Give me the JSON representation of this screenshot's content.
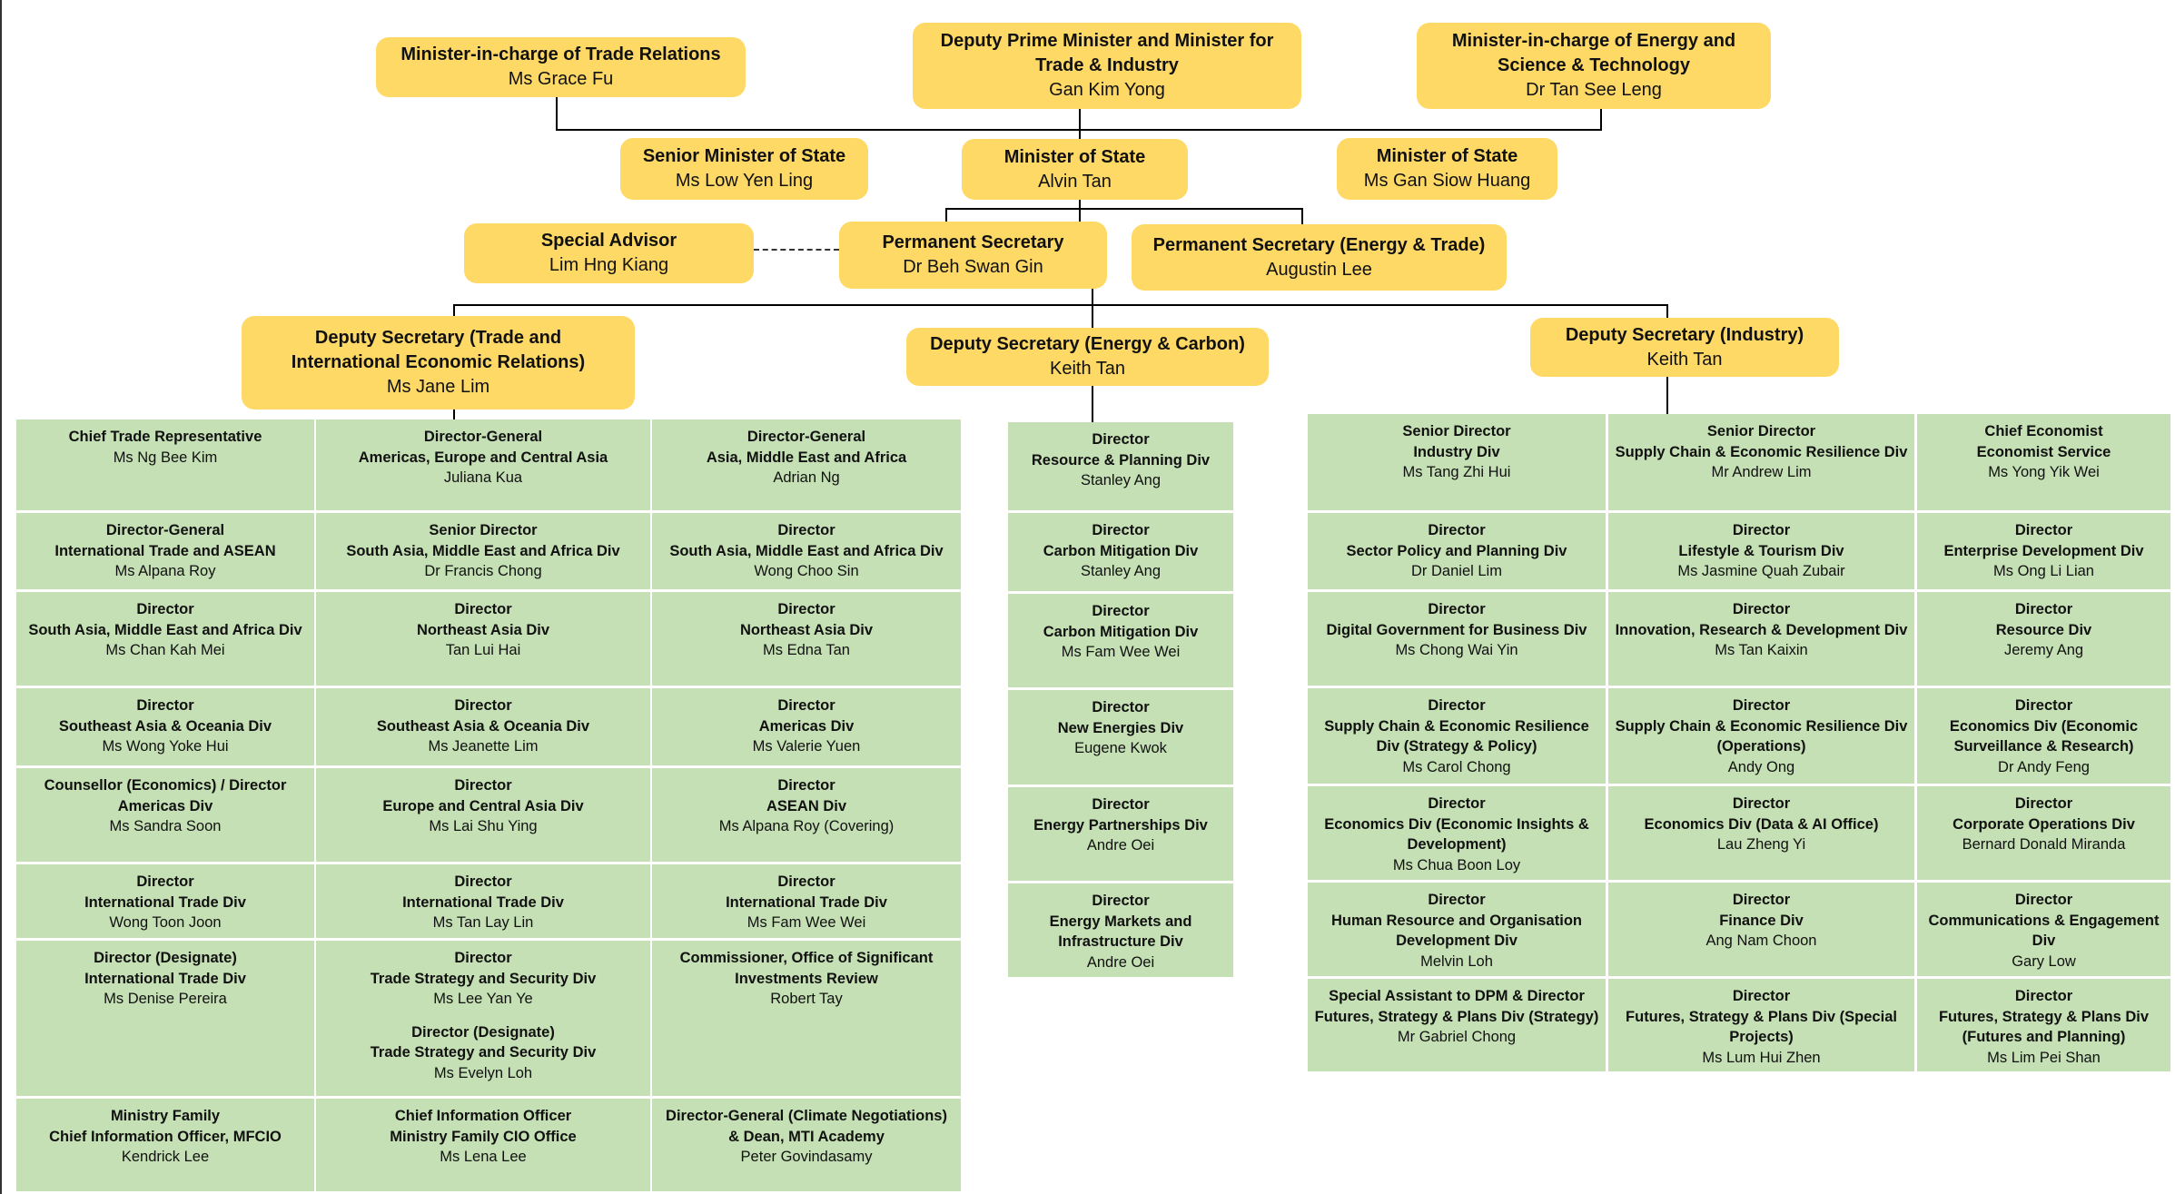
{
  "colors": {
    "leader_box": "#FFD966",
    "division_cell": "#C5E0B4",
    "connector": "#000000"
  },
  "leaders": {
    "trade_relations": {
      "title": "Minister-in-charge of Trade Relations",
      "name": "Ms Grace Fu"
    },
    "dpm": {
      "title": "Deputy Prime Minister and Minister for Trade & Industry",
      "name": "Gan Kim Yong"
    },
    "energy_minister": {
      "title": "Minister-in-charge of Energy and Science & Technology",
      "name": "Dr Tan See Leng"
    },
    "senior_mos": {
      "title": "Senior Minister of State",
      "name": "Ms Low Yen Ling"
    },
    "mos_alvin": {
      "title": "Minister of State",
      "name": "Alvin Tan"
    },
    "mos_gan": {
      "title": "Minister of State",
      "name": "Ms Gan Siow Huang"
    },
    "special_advisor": {
      "title": "Special Advisor",
      "name": "Lim Hng Kiang"
    },
    "perm_sec": {
      "title": "Permanent Secretary",
      "name": "Dr Beh Swan Gin"
    },
    "perm_sec_et": {
      "title": "Permanent Secretary (Energy & Trade)",
      "name": "Augustin Lee"
    },
    "ds_trade": {
      "title": "Deputy Secretary (Trade and International Economic Relations)",
      "name": "Ms Jane Lim"
    },
    "ds_energy": {
      "title": "Deputy Secretary (Energy & Carbon)",
      "name": "Keith Tan"
    },
    "ds_industry": {
      "title": "Deputy Secretary (Industry)",
      "name": "Keith Tan"
    }
  },
  "trade_grid": [
    [
      {
        "role": "Chief Trade Representative",
        "unit": "",
        "name": "Ms Ng Bee Kim"
      },
      {
        "role": "Director-General",
        "unit": "Americas, Europe and Central Asia",
        "name": "Juliana Kua"
      },
      {
        "role": "Director-General",
        "unit": "Asia, Middle East and Africa",
        "name": "Adrian Ng"
      }
    ],
    [
      {
        "role": "Director-General",
        "unit": "International Trade and ASEAN",
        "name": "Ms Alpana Roy"
      },
      {
        "role": "Senior Director",
        "unit": "South Asia, Middle East and Africa Div",
        "name": "Dr Francis Chong"
      },
      {
        "role": "Director",
        "unit": "South Asia, Middle East and Africa Div",
        "name": "Wong Choo Sin"
      }
    ],
    [
      {
        "role": "Director",
        "unit": "South Asia, Middle East and Africa Div",
        "name": "Ms Chan Kah Mei"
      },
      {
        "role": "Director",
        "unit": "Northeast Asia Div",
        "name": "Tan Lui Hai"
      },
      {
        "role": "Director",
        "unit": "Northeast Asia Div",
        "name": "Ms Edna Tan"
      }
    ],
    [
      {
        "role": "Director",
        "unit": "Southeast Asia & Oceania Div",
        "name": "Ms Wong Yoke Hui"
      },
      {
        "role": "Director",
        "unit": "Southeast Asia & Oceania Div",
        "name": "Ms Jeanette Lim"
      },
      {
        "role": "Director",
        "unit": "Americas Div",
        "name": "Ms Valerie Yuen"
      }
    ],
    [
      {
        "role": "Counsellor (Economics) / Director",
        "unit": "Americas Div",
        "name": "Ms Sandra Soon"
      },
      {
        "role": "Director",
        "unit": "Europe and Central Asia Div",
        "name": "Ms Lai Shu Ying"
      },
      {
        "role": "Director",
        "unit": "ASEAN Div",
        "name": "Ms Alpana Roy (Covering)"
      }
    ],
    [
      {
        "role": "Director",
        "unit": "International Trade Div",
        "name": "Wong Toon Joon"
      },
      {
        "role": "Director",
        "unit": "International Trade Div",
        "name": "Ms Tan Lay Lin"
      },
      {
        "role": "Director",
        "unit": "International Trade Div",
        "name": "Ms Fam Wee Wei"
      }
    ],
    [
      {
        "role": "Director (Designate)",
        "unit": "International Trade Div",
        "name": "Ms Denise Pereira"
      },
      {
        "role": "Director",
        "unit": "Trade Strategy and Security Div",
        "name": "Ms Lee Yan Ye",
        "role2": "Director (Designate)",
        "unit2": "Trade Strategy and Security Div",
        "name2": "Ms Evelyn Loh"
      },
      {
        "role": "Commissioner, Office of Significant Investments Review",
        "unit": "",
        "name": "Robert Tay"
      }
    ],
    [
      {
        "role": "Ministry Family",
        "unit": "Chief Information Officer, MFCIO",
        "name": "Kendrick Lee"
      },
      {
        "role": "Chief Information Officer",
        "unit": "Ministry Family CIO Office",
        "name": "Ms Lena Lee"
      },
      {
        "role": "Director-General (Climate Negotiations)",
        "unit": "& Dean, MTI Academy",
        "name": "Peter Govindasamy"
      }
    ]
  ],
  "energy_column": [
    {
      "role": "Director",
      "unit": "Resource & Planning Div",
      "name": "Stanley Ang"
    },
    {
      "role": "Director",
      "unit": "Carbon Mitigation Div",
      "name": "Stanley Ang"
    },
    {
      "role": "Director",
      "unit": "Carbon Mitigation Div",
      "name": "Ms Fam Wee Wei"
    },
    {
      "role": "Director",
      "unit": "New Energies Div",
      "name": "Eugene Kwok"
    },
    {
      "role": "Director",
      "unit": "Energy Partnerships Div",
      "name": "Andre Oei"
    },
    {
      "role": "Director",
      "unit": "Energy Markets and Infrastructure Div",
      "name": "Andre Oei"
    }
  ],
  "industry_grid": [
    [
      {
        "role": "Senior Director",
        "unit": "Industry Div",
        "name": "Ms Tang Zhi Hui"
      },
      {
        "role": "Senior Director",
        "unit": "Supply Chain & Economic Resilience Div",
        "name": "Mr Andrew Lim"
      },
      {
        "role": "Chief Economist",
        "unit": "Economist Service",
        "name": "Ms Yong Yik Wei"
      }
    ],
    [
      {
        "role": "Director",
        "unit": "Sector Policy and Planning Div",
        "name": "Dr Daniel Lim"
      },
      {
        "role": "Director",
        "unit": "Lifestyle & Tourism Div",
        "name": "Ms Jasmine Quah Zubair"
      },
      {
        "role": "Director",
        "unit": "Enterprise Development Div",
        "name": "Ms Ong Li Lian"
      }
    ],
    [
      {
        "role": "Director",
        "unit": "Digital Government for Business Div",
        "name": "Ms Chong Wai Yin"
      },
      {
        "role": "Director",
        "unit": "Innovation, Research & Development Div",
        "name": "Ms Tan Kaixin"
      },
      {
        "role": "Director",
        "unit": "Resource Div",
        "name": "Jeremy Ang"
      }
    ],
    [
      {
        "role": "Director",
        "unit": "Supply Chain & Economic Resilience Div (Strategy & Policy)",
        "name": "Ms Carol Chong"
      },
      {
        "role": "Director",
        "unit": "Supply Chain & Economic Resilience Div (Operations)",
        "name": "Andy Ong"
      },
      {
        "role": "Director",
        "unit": "Economics Div (Economic Surveillance & Research)",
        "name": "Dr Andy Feng"
      }
    ],
    [
      {
        "role": "Director",
        "unit": "Economics Div (Economic Insights & Development)",
        "name": "Ms Chua Boon Loy"
      },
      {
        "role": "Director",
        "unit": "Economics Div (Data & AI Office)",
        "name": "Lau Zheng Yi"
      },
      {
        "role": "Director",
        "unit": "Corporate Operations Div",
        "name": "Bernard Donald Miranda"
      }
    ],
    [
      {
        "role": "Director",
        "unit": "Human Resource and Organisation Development Div",
        "name": "Melvin Loh"
      },
      {
        "role": "Director",
        "unit": "Finance Div",
        "name": "Ang Nam Choon"
      },
      {
        "role": "Director",
        "unit": "Communications & Engagement Div",
        "name": "Gary Low"
      }
    ],
    [
      {
        "role": "Special Assistant to DPM & Director",
        "unit": "Futures, Strategy & Plans Div (Strategy)",
        "name": "Mr Gabriel Chong"
      },
      {
        "role": "Director",
        "unit": "Futures, Strategy & Plans Div (Special Projects)",
        "name": "Ms Lum Hui Zhen"
      },
      {
        "role": "Director",
        "unit": "Futures, Strategy & Plans Div (Futures and Planning)",
        "name": "Ms Lim Pei Shan"
      }
    ]
  ]
}
